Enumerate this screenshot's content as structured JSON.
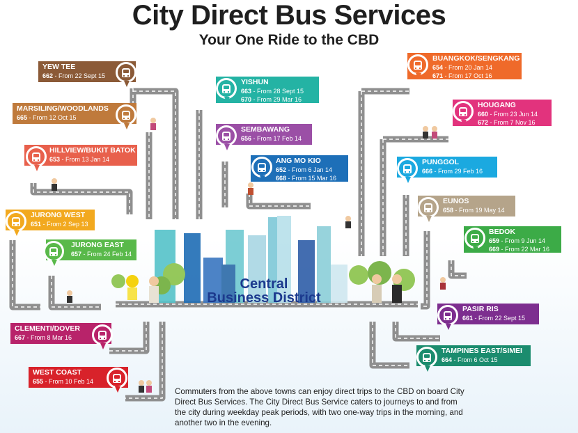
{
  "header": {
    "title": "City Direct Bus Services",
    "subtitle": "Your One Ride to the CBD"
  },
  "centre_label": {
    "line1": "Central",
    "line2": "Business District"
  },
  "description": "Commuters from the above towns can enjoy direct trips to the CBD on board City Direct Bus Services. The City Direct Bus Service caters to journeys to and from the city during weekday peak periods, with two one-way trips in the morning, and another two in the evening.",
  "colors": {
    "road": "#8f8f8f",
    "road_dash": "#ffffff",
    "cbd_text": "#1c3a8e"
  },
  "icons": {
    "stop_marker": "bus-icon"
  },
  "towns": [
    {
      "name": "YEW TEE",
      "color": "#8b5a37",
      "services": [
        {
          "no": "662",
          "from": " - From 22 Sept 15"
        }
      ]
    },
    {
      "name": "MARSILING/WOODLANDS",
      "color": "#bf7a3c",
      "services": [
        {
          "no": "665",
          "from": " - From 12 Oct 15"
        }
      ]
    },
    {
      "name": "HILLVIEW/BUKIT BATOK",
      "color": "#e8604c",
      "services": [
        {
          "no": "653",
          "from": " - From 13 Jan 14"
        }
      ]
    },
    {
      "name": "JURONG WEST",
      "color": "#f2a91f",
      "services": [
        {
          "no": "651",
          "from": " - From 2 Sep 13"
        }
      ]
    },
    {
      "name": "JURONG EAST",
      "color": "#59b94a",
      "services": [
        {
          "no": "657",
          "from": " - From 24 Feb 14"
        }
      ]
    },
    {
      "name": "CLEMENTI/DOVER",
      "color": "#b8236a",
      "services": [
        {
          "no": "667",
          "from": " - From 8 Mar 16"
        }
      ]
    },
    {
      "name": "WEST COAST",
      "color": "#d8222a",
      "services": [
        {
          "no": "655",
          "from": " - From 10 Feb 14"
        }
      ]
    },
    {
      "name": "YISHUN",
      "color": "#24b3a4",
      "services": [
        {
          "no": "663",
          "from": " - From 28 Sept 15"
        },
        {
          "no": "670",
          "from": " - From 29 Mar 16"
        }
      ]
    },
    {
      "name": "SEMBAWANG",
      "color": "#9b4fa6",
      "services": [
        {
          "no": "656",
          "from": " - From 17 Feb 14"
        }
      ]
    },
    {
      "name": "ANG MO KIO",
      "color": "#1d6fb8",
      "services": [
        {
          "no": "652",
          "from": " - From 6 Jan 14"
        },
        {
          "no": "668",
          "from": " - From 15 Mar 16"
        }
      ]
    },
    {
      "name": "BUANGKOK/SENGKANG",
      "color": "#ef6a2a",
      "services": [
        {
          "no": "654",
          "from": " - From 20 Jan 14"
        },
        {
          "no": "671",
          "from": " - From 17 Oct 16"
        }
      ]
    },
    {
      "name": "HOUGANG",
      "color": "#e2337d",
      "services": [
        {
          "no": "660",
          "from": " - From 23 Jun 14"
        },
        {
          "no": "672",
          "from": " - From 7 Nov 16"
        }
      ]
    },
    {
      "name": "PUNGGOL",
      "color": "#1ba9e0",
      "services": [
        {
          "no": "666",
          "from": " - From 29 Feb 16"
        }
      ]
    },
    {
      "name": "EUNOS",
      "color": "#b5a48a",
      "services": [
        {
          "no": "658",
          "from": " - From 19 May 14"
        }
      ]
    },
    {
      "name": "BEDOK",
      "color": "#3cab47",
      "services": [
        {
          "no": "659",
          "from": " - From 9 Jun 14"
        },
        {
          "no": "669",
          "from": " - From 22 Mar 16"
        }
      ]
    },
    {
      "name": "PASIR RIS",
      "color": "#7d2e8f",
      "services": [
        {
          "no": "661",
          "from": " - From 22 Sept 15"
        }
      ]
    },
    {
      "name": "TAMPINES EAST/SIMEI",
      "color": "#1b8c6e",
      "services": [
        {
          "no": "664",
          "from": " - From 6 Oct 15"
        }
      ]
    }
  ]
}
